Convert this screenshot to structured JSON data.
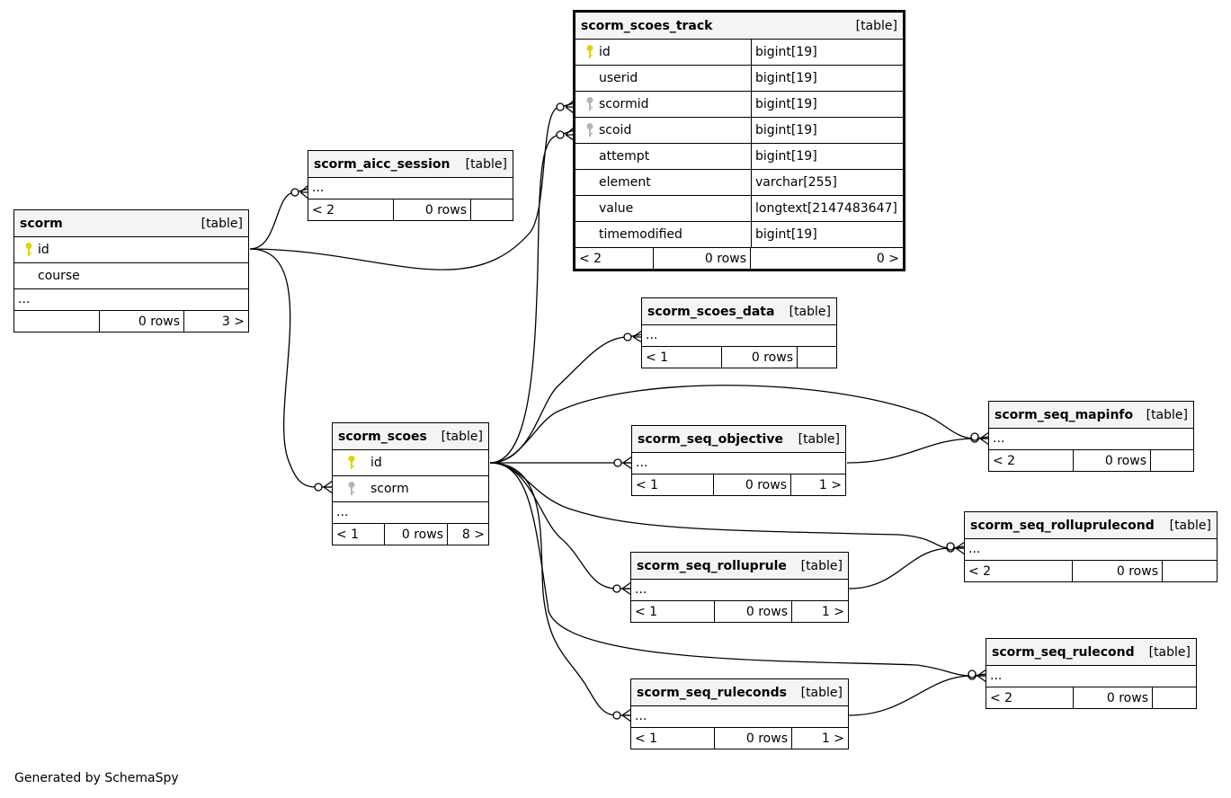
{
  "tables": {
    "scorm": {
      "name": "scorm",
      "kind": "[table]",
      "cols": [
        "id",
        "course"
      ],
      "more": "...",
      "foot": [
        "",
        "0 rows",
        "3 >"
      ]
    },
    "scorm_aicc_session": {
      "name": "scorm_aicc_session",
      "kind": "[table]",
      "more": "...",
      "foot": [
        "< 2",
        "0 rows",
        ""
      ]
    },
    "scorm_scoes_track": {
      "name": "scorm_scoes_track",
      "kind": "[table]",
      "cols": [
        {
          "name": "id",
          "type": "bigint[19]",
          "key": "primary"
        },
        {
          "name": "userid",
          "type": "bigint[19]",
          "key": ""
        },
        {
          "name": "scormid",
          "type": "bigint[19]",
          "key": "foreign"
        },
        {
          "name": "scoid",
          "type": "bigint[19]",
          "key": "foreign"
        },
        {
          "name": "attempt",
          "type": "bigint[19]",
          "key": ""
        },
        {
          "name": "element",
          "type": "varchar[255]",
          "key": ""
        },
        {
          "name": "value",
          "type": "longtext[2147483647]",
          "key": ""
        },
        {
          "name": "timemodified",
          "type": "bigint[19]",
          "key": ""
        }
      ],
      "foot": [
        "< 2",
        "0 rows",
        "0 >"
      ]
    },
    "scorm_scoes": {
      "name": "scorm_scoes",
      "kind": "[table]",
      "cols": [
        "id",
        "scorm"
      ],
      "more": "...",
      "foot": [
        "< 1",
        "0 rows",
        "8 >"
      ]
    },
    "scorm_scoes_data": {
      "name": "scorm_scoes_data",
      "kind": "[table]",
      "more": "...",
      "foot": [
        "< 1",
        "0 rows",
        ""
      ]
    },
    "scorm_seq_objective": {
      "name": "scorm_seq_objective",
      "kind": "[table]",
      "more": "...",
      "foot": [
        "< 1",
        "0 rows",
        "1 >"
      ]
    },
    "scorm_seq_mapinfo": {
      "name": "scorm_seq_mapinfo",
      "kind": "[table]",
      "more": "...",
      "foot": [
        "< 2",
        "0 rows",
        ""
      ]
    },
    "scorm_seq_rolluprule": {
      "name": "scorm_seq_rolluprule",
      "kind": "[table]",
      "more": "...",
      "foot": [
        "< 1",
        "0 rows",
        "1 >"
      ]
    },
    "scorm_seq_rolluprulecond": {
      "name": "scorm_seq_rolluprulecond",
      "kind": "[table]",
      "more": "...",
      "foot": [
        "< 2",
        "0 rows",
        ""
      ]
    },
    "scorm_seq_ruleconds": {
      "name": "scorm_seq_ruleconds",
      "kind": "[table]",
      "more": "...",
      "foot": [
        "< 1",
        "0 rows",
        "1 >"
      ]
    },
    "scorm_seq_rulecond": {
      "name": "scorm_seq_rulecond",
      "kind": "[table]",
      "more": "...",
      "foot": [
        "< 2",
        "0 rows",
        ""
      ]
    }
  },
  "footer": "Generated by SchemaSpy",
  "colors": {
    "primary_key": "#e0d400",
    "foreign_key": "#b4b4b4",
    "header_bg": "#f4f4f4"
  }
}
